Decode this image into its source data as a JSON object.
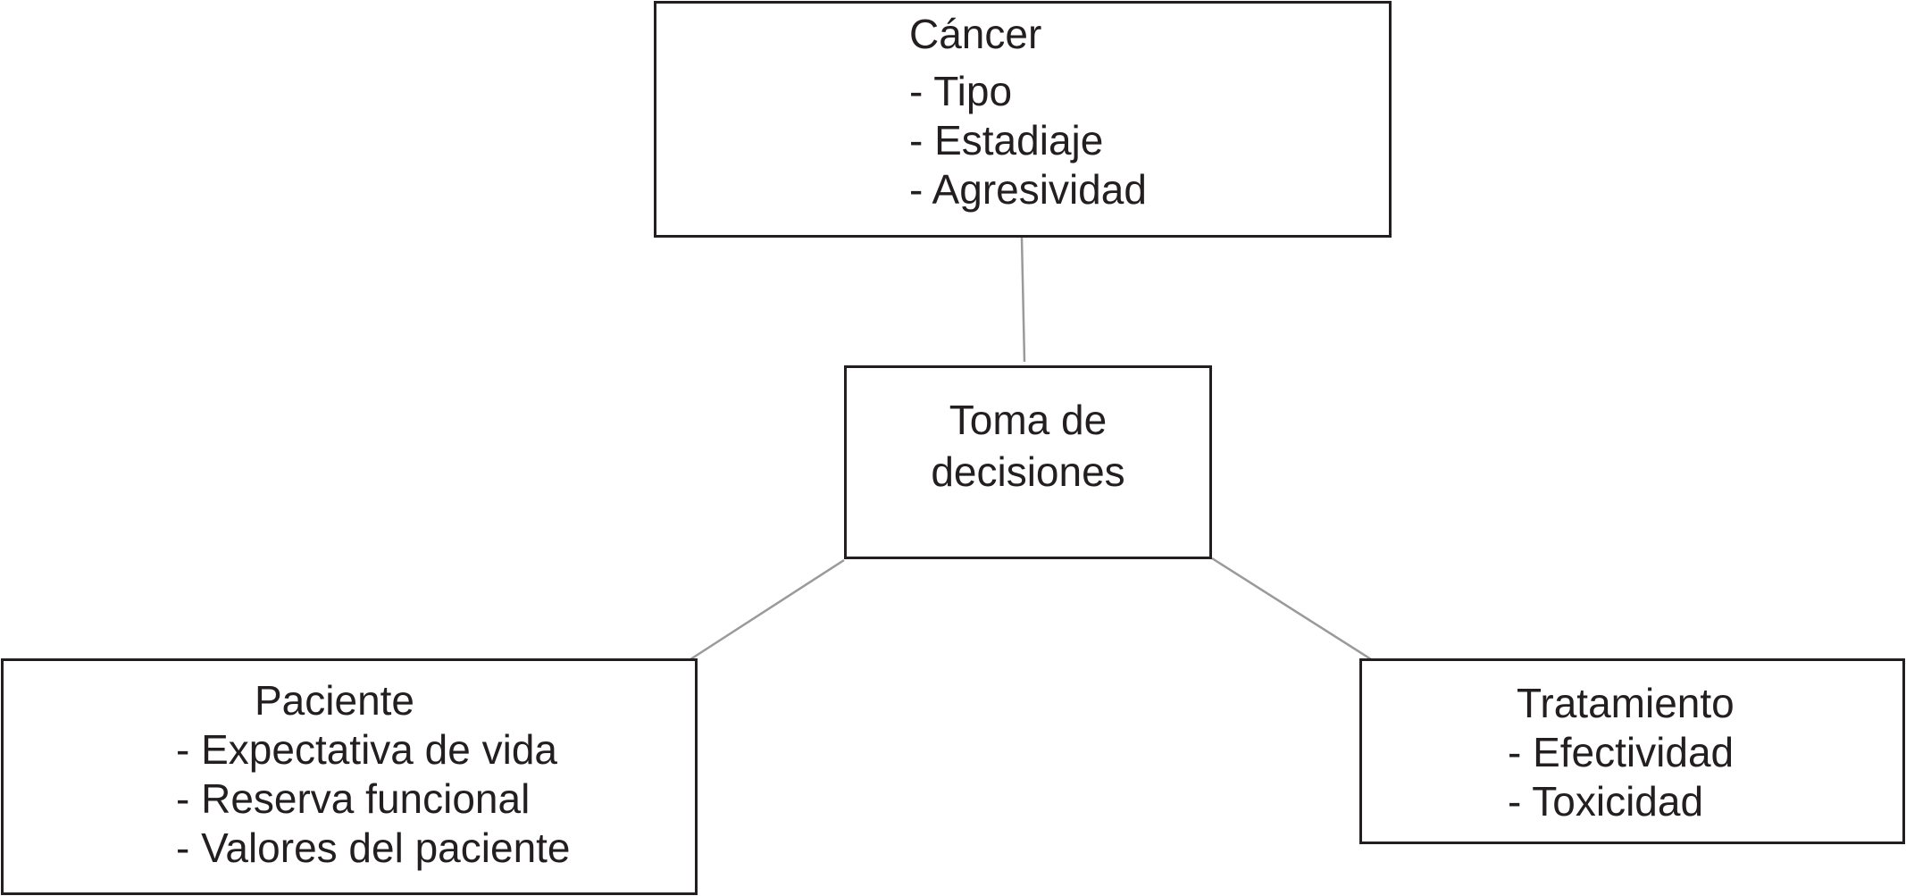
{
  "diagram": {
    "center": {
      "lines": [
        "Toma de",
        "decisiones"
      ]
    },
    "cancer": {
      "title": "Cáncer",
      "items": [
        "- Tipo",
        "- Estadiaje",
        "- Agresividad"
      ]
    },
    "patient": {
      "title": "Paciente",
      "items": [
        "- Expectativa de vida",
        "- Reserva funcional",
        "- Valores del paciente"
      ]
    },
    "treatment": {
      "title": "Tratamiento",
      "items": [
        "- Efectividad",
        "- Toxicidad"
      ]
    }
  }
}
